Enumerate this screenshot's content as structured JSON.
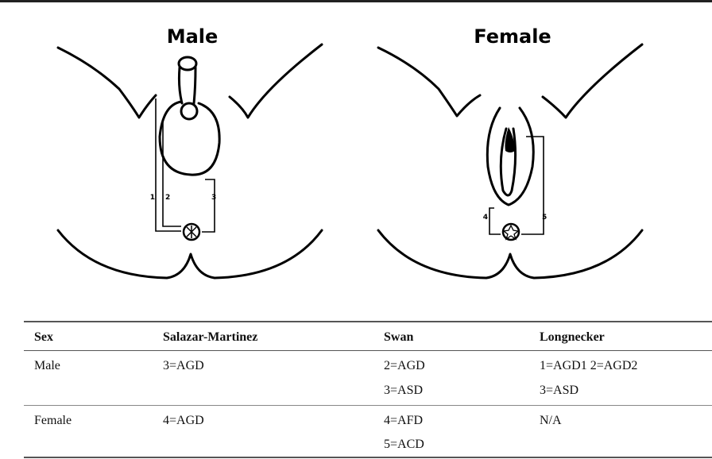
{
  "figure": {
    "male_title": "Male",
    "female_title": "Female",
    "male_labels": [
      "1",
      "2",
      "3"
    ],
    "female_labels": [
      "4",
      "5"
    ]
  },
  "table": {
    "headers": [
      "Sex",
      "Salazar-Martinez",
      "Swan",
      "Longnecker"
    ],
    "rows": [
      {
        "sex": "Male",
        "salazar": "3=AGD",
        "swan": [
          "2=AGD",
          "3=ASD"
        ],
        "longnecker": [
          "1=AGD1 2=AGD2",
          "3=ASD"
        ]
      },
      {
        "sex": "Female",
        "salazar": "4=AGD",
        "swan": [
          "4=AFD",
          "5=ACD"
        ],
        "longnecker": [
          "N/A"
        ]
      }
    ]
  }
}
